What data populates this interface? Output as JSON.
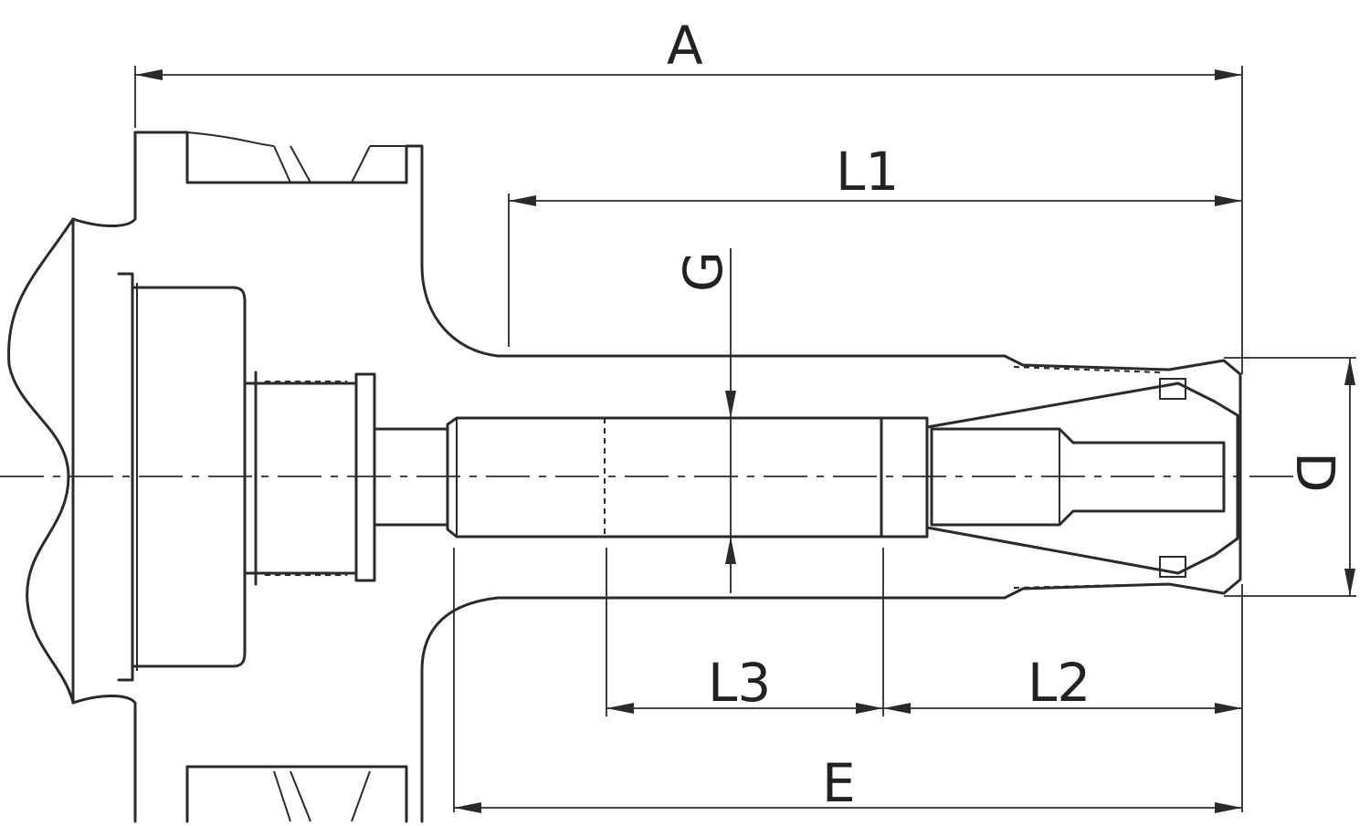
{
  "labels": {
    "A": "A",
    "L1": "L1",
    "G": "G",
    "D": "D",
    "L3": "L3",
    "L2": "L2",
    "E": "E"
  }
}
